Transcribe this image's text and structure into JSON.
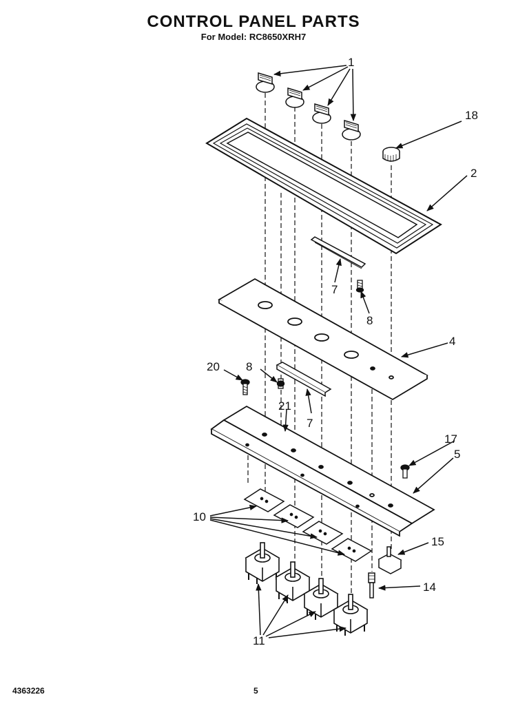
{
  "title": "CONTROL PANEL PARTS",
  "subtitle": "For Model: RC8650XRH7",
  "footer": {
    "part_number": "4363226",
    "page_number": "5"
  },
  "callouts": {
    "c1": "1",
    "c2": "2",
    "c4": "4",
    "c5": "5",
    "c7a": "7",
    "c7b": "7",
    "c8a": "8",
    "c8b": "8",
    "c10": "10",
    "c11": "11",
    "c14": "14",
    "c15": "15",
    "c17": "17",
    "c18": "18",
    "c20": "20",
    "c21": "21"
  }
}
